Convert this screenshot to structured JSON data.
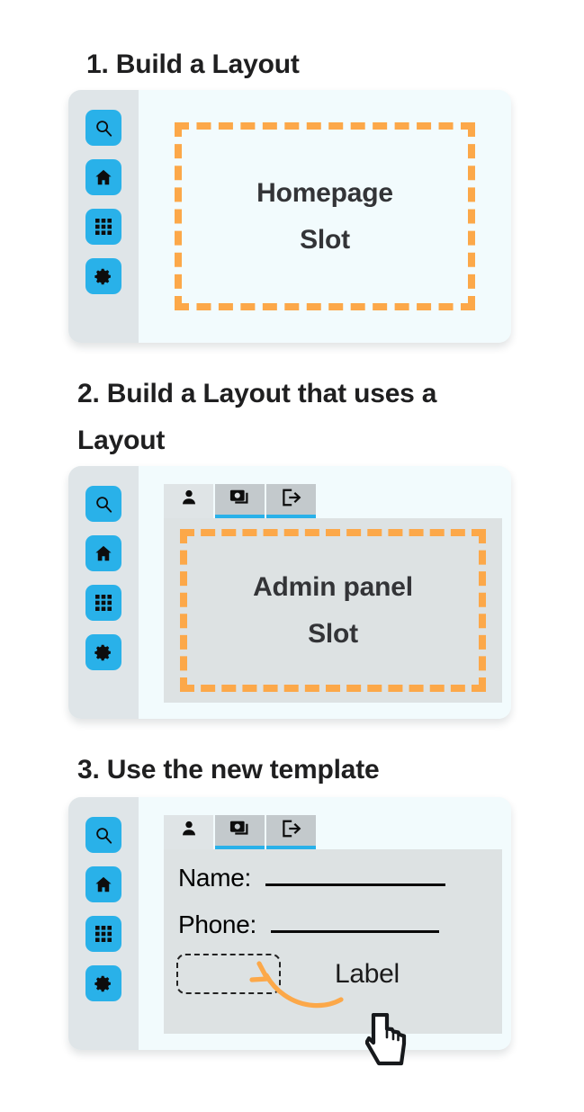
{
  "theme": {
    "accent_blue": "#29b1e9",
    "slot_orange": "#fca849",
    "sidebar_gray": "#dfe5e8",
    "content_bg": "#f2fbfd",
    "inner_gray": "#dde2e3",
    "tab_active_gray": "#c3c9cc",
    "tab_inactive_gray": "#dfe4e6",
    "text_dark": "#1f1f20"
  },
  "sections": [
    {
      "number": "1.",
      "title": "1. Build a Layout",
      "panel": {
        "sidebar": {
          "items": [
            {
              "icon": "search-icon",
              "label": "Search"
            },
            {
              "icon": "home-icon",
              "label": "Home"
            },
            {
              "icon": "grid-icon",
              "label": "Apps"
            },
            {
              "icon": "gear-icon",
              "label": "Settings"
            }
          ]
        },
        "has_tabs": false,
        "has_graybox": false,
        "slot": {
          "line1": "Homepage",
          "line2": "Slot"
        }
      }
    },
    {
      "number": "2.",
      "title": "2. Build a Layout that uses a Layout",
      "panel": {
        "sidebar": {
          "items": [
            {
              "icon": "search-icon",
              "label": "Search"
            },
            {
              "icon": "home-icon",
              "label": "Home"
            },
            {
              "icon": "grid-icon",
              "label": "Apps"
            },
            {
              "icon": "gear-icon",
              "label": "Settings"
            }
          ]
        },
        "has_tabs": true,
        "tabs": [
          {
            "icon": "user-icon",
            "label": "Profile",
            "active": false
          },
          {
            "icon": "cards-icon",
            "label": "Media",
            "active": true
          },
          {
            "icon": "logout-icon",
            "label": "Log out",
            "active": true
          }
        ],
        "has_graybox": true,
        "slot": {
          "line1": "Admin panel",
          "line2": "Slot"
        }
      }
    },
    {
      "number": "3.",
      "title": "3. Use the new template",
      "panel": {
        "sidebar": {
          "items": [
            {
              "icon": "search-icon",
              "label": "Search"
            },
            {
              "icon": "home-icon",
              "label": "Home"
            },
            {
              "icon": "grid-icon",
              "label": "Apps"
            },
            {
              "icon": "gear-icon",
              "label": "Settings"
            }
          ]
        },
        "has_tabs": true,
        "tabs": [
          {
            "icon": "user-icon",
            "label": "Profile",
            "active": false
          },
          {
            "icon": "cards-icon",
            "label": "Media",
            "active": true
          },
          {
            "icon": "logout-icon",
            "label": "Log out",
            "active": true
          }
        ],
        "form": {
          "fields": [
            {
              "label": "Name:",
              "value": ""
            },
            {
              "label": "Phone:",
              "value": ""
            }
          ],
          "empty_slot_label": "",
          "annotation": "Label",
          "cursor": "pointer-hand-cursor"
        }
      }
    }
  ]
}
